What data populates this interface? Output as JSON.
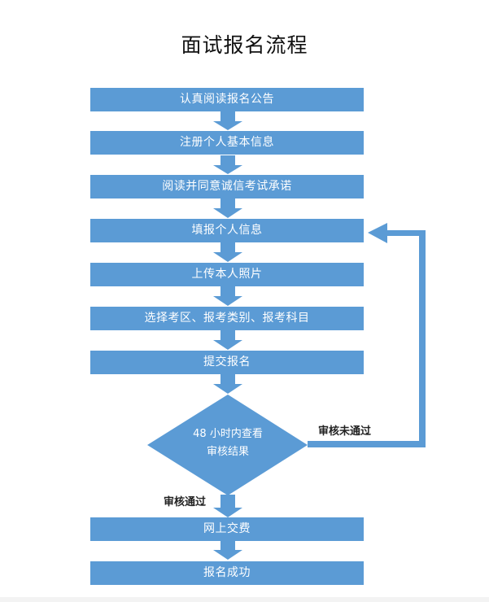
{
  "title": "面试报名流程",
  "steps": [
    "认真阅读报名公告",
    "注册个人基本信息",
    "阅读并同意诚信考试承诺",
    "填报个人信息",
    "上传本人照片",
    "选择考区、报考类别、报考科目",
    "提交报名"
  ],
  "decision": {
    "line1": "48 小时内查看",
    "line2": "审核结果"
  },
  "edges": {
    "rejected": "审核未通过",
    "approved": "审核通过"
  },
  "after_steps": [
    "网上交费",
    "报名成功"
  ],
  "colors": {
    "box": "#5b9bd5",
    "text_on_box": "#ffffff"
  }
}
